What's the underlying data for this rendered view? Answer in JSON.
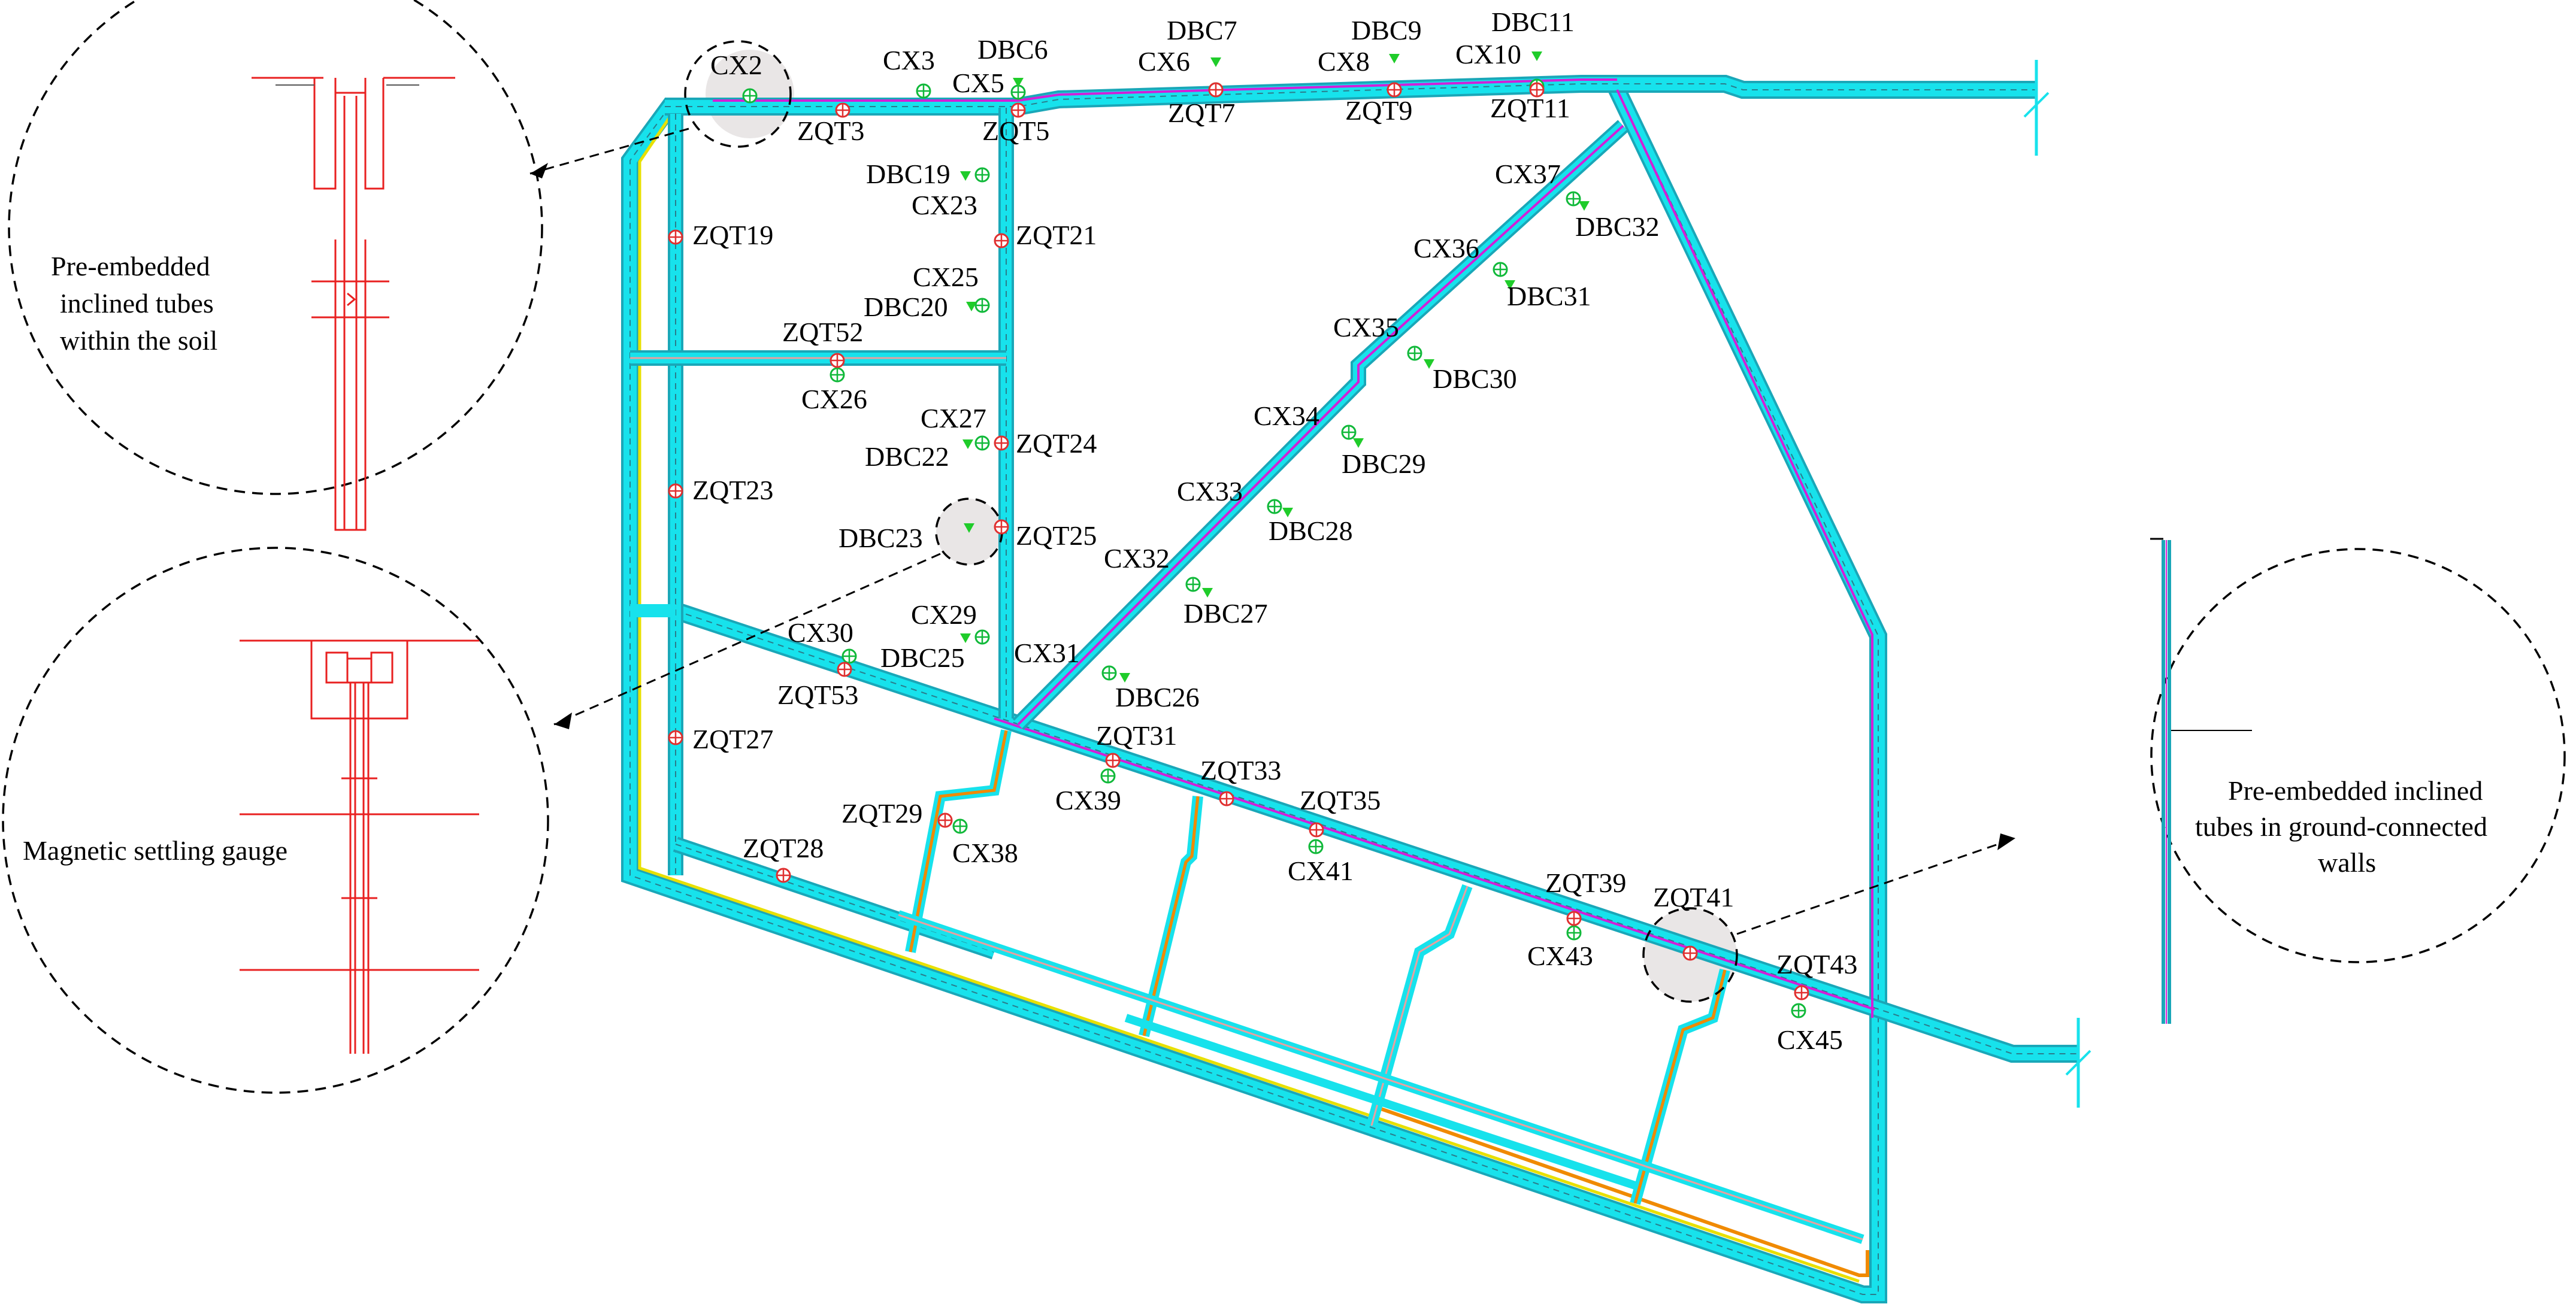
{
  "colors": {
    "wall": "#17e2ec",
    "wall_edge": "#1aa7b8",
    "inner_line": "#4a90a4",
    "axis": "#e0207a",
    "magenta": "#d21fd8",
    "yellow": "#e8e000",
    "orange": "#f08a00",
    "inclinometer": "#11b93a",
    "settlement_marker": "#1fcc2a",
    "column_point": "#e03030",
    "detail_red": "#e82020",
    "highlight": "#e9e6e6"
  },
  "detail_views": {
    "soil_tube": {
      "caption_lines": [
        "Pre-embedded",
        "inclined tubes",
        "within the soil"
      ]
    },
    "magnetic_gauge": {
      "caption": "Magnetic settling gauge"
    },
    "wall_tube": {
      "caption_lines": [
        "Pre-embedded inclined",
        "tubes in ground-connected",
        "walls"
      ]
    }
  },
  "inclinometer_points": [
    "CX2",
    "CX3",
    "CX5",
    "CX6",
    "CX8",
    "CX10",
    "CX23",
    "CX25",
    "CX26",
    "CX27",
    "CX29",
    "CX30",
    "CX31",
    "CX32",
    "CX33",
    "CX34",
    "CX35",
    "CX36",
    "CX37",
    "CX38",
    "CX39",
    "CX41",
    "CX43",
    "CX45"
  ],
  "settlement_points": [
    "DBC6",
    "DBC7",
    "DBC9",
    "DBC11",
    "DBC19",
    "DBC20",
    "DBC22",
    "DBC23",
    "DBC25",
    "DBC26",
    "DBC27",
    "DBC28",
    "DBC29",
    "DBC30",
    "DBC31",
    "DBC32"
  ],
  "column_points": [
    "ZQT3",
    "ZQT5",
    "ZQT7",
    "ZQT9",
    "ZQT11",
    "ZQT19",
    "ZQT21",
    "ZQT23",
    "ZQT24",
    "ZQT25",
    "ZQT27",
    "ZQT28",
    "ZQT29",
    "ZQT31",
    "ZQT33",
    "ZQT35",
    "ZQT39",
    "ZQT41",
    "ZQT43",
    "ZQT52",
    "ZQT53"
  ]
}
